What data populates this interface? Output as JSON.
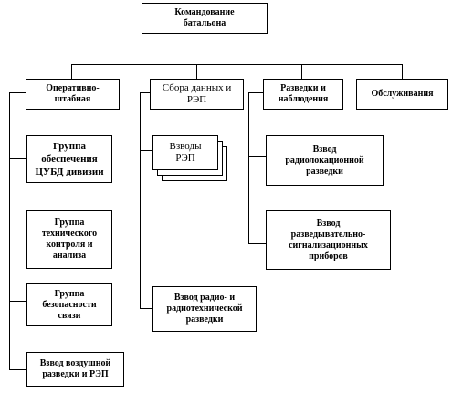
{
  "nodes": {
    "command": "Командование\nбатальона",
    "opstaff": "Оперативно-\nштабная",
    "data_collection": "Сбора данных и\nРЭП",
    "recon": "Разведки и\nнаблюдения",
    "service": "Обслуживания",
    "group_cubd": "Группа\nобеспечения\nЦУБД дивизии",
    "group_tech": "Группа\nтехнического\nконтроля и\nанализа",
    "group_security": "Группа\nбезопасности\nсвязи",
    "air_recon": "Взвод воздушной\nразведки и РЭП",
    "rep_platoons": "Взводы\nРЭП",
    "radio_recon": "Взвод радио- и\nрадиотехнической\nразведки",
    "radar_recon": "Взвод\nрадиолокационной\nразведки",
    "signal_devices": "Взвод\nразведывательно-\nсигнализационных\nприборов"
  }
}
